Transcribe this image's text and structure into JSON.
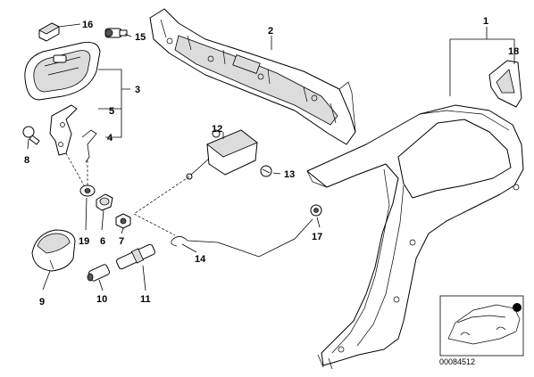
{
  "labels": {
    "p1": "1",
    "p2": "2",
    "p3": "3",
    "p4": "4",
    "p5": "5",
    "p6": "6",
    "p7": "7",
    "p8": "8",
    "p9": "9",
    "p10": "10",
    "p11": "11",
    "p12": "12",
    "p13": "13",
    "p14": "14",
    "p15": "15",
    "p16": "16",
    "p17": "17",
    "p18": "18",
    "p19": "19"
  },
  "diagram_code": "00084512",
  "colors": {
    "line": "#000000",
    "background": "#ffffff",
    "shade": "#dcdcdc"
  }
}
